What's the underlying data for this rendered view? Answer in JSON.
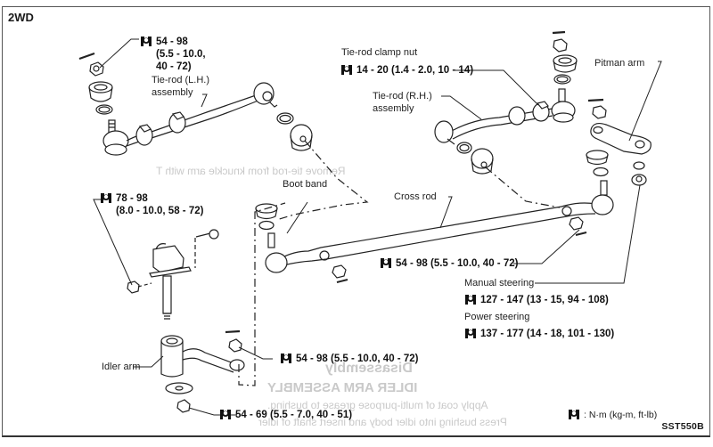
{
  "title": "2WD",
  "figure_code": "SST550B",
  "legend": {
    "icon": "torque-wrench-icon",
    "text": ": N·m (kg-m, ft-lb)"
  },
  "labels": {
    "tie_rod_lh": [
      "Tie-rod (L.H.)",
      "assembly"
    ],
    "tie_rod_rh": [
      "Tie-rod (R.H.)",
      "assembly"
    ],
    "tie_rod_clamp_nut": "Tie-rod clamp nut",
    "pitman_arm": "Pitman arm",
    "boot_band": "Boot band",
    "cross_rod": "Cross rod",
    "idler_arm": "Idler arm",
    "manual_steering": "Manual steering",
    "power_steering": "Power steering"
  },
  "torques": {
    "tie_rod_lh_nut": [
      "54 - 98",
      "(5.5 - 10.0,",
      "40 - 72)"
    ],
    "tie_rod_clamp_nut": "14 - 20 (1.4 - 2.0, 10 - 14)",
    "idler_bracket_bolt": [
      "78 - 98",
      "(8.0 - 10.0, 58 - 72)"
    ],
    "cross_rod_nut": "54 - 98 (5.5 - 10.0, 40 - 72)",
    "manual_steering": "127 - 147 (13 - 15, 94 - 108)",
    "power_steering": "137 - 177 (14 - 18, 101 - 130)",
    "idler_arm_nut": "54 - 98 (5.5 - 10.0, 40 - 72)",
    "idler_shaft_nut": "54 - 69 (5.5 - 7.0, 40 - 51)"
  },
  "bleed_through_text": {
    "line1": "Remove tie-rod from knuckle arm with T",
    "line2": "Disassembly",
    "line3": "IDLER ARM ASSEMBLY",
    "line4": "Apply coat of multi-purpose grease to bushing.",
    "line5": "Press bushing into idler body and insert shaft of idler"
  }
}
